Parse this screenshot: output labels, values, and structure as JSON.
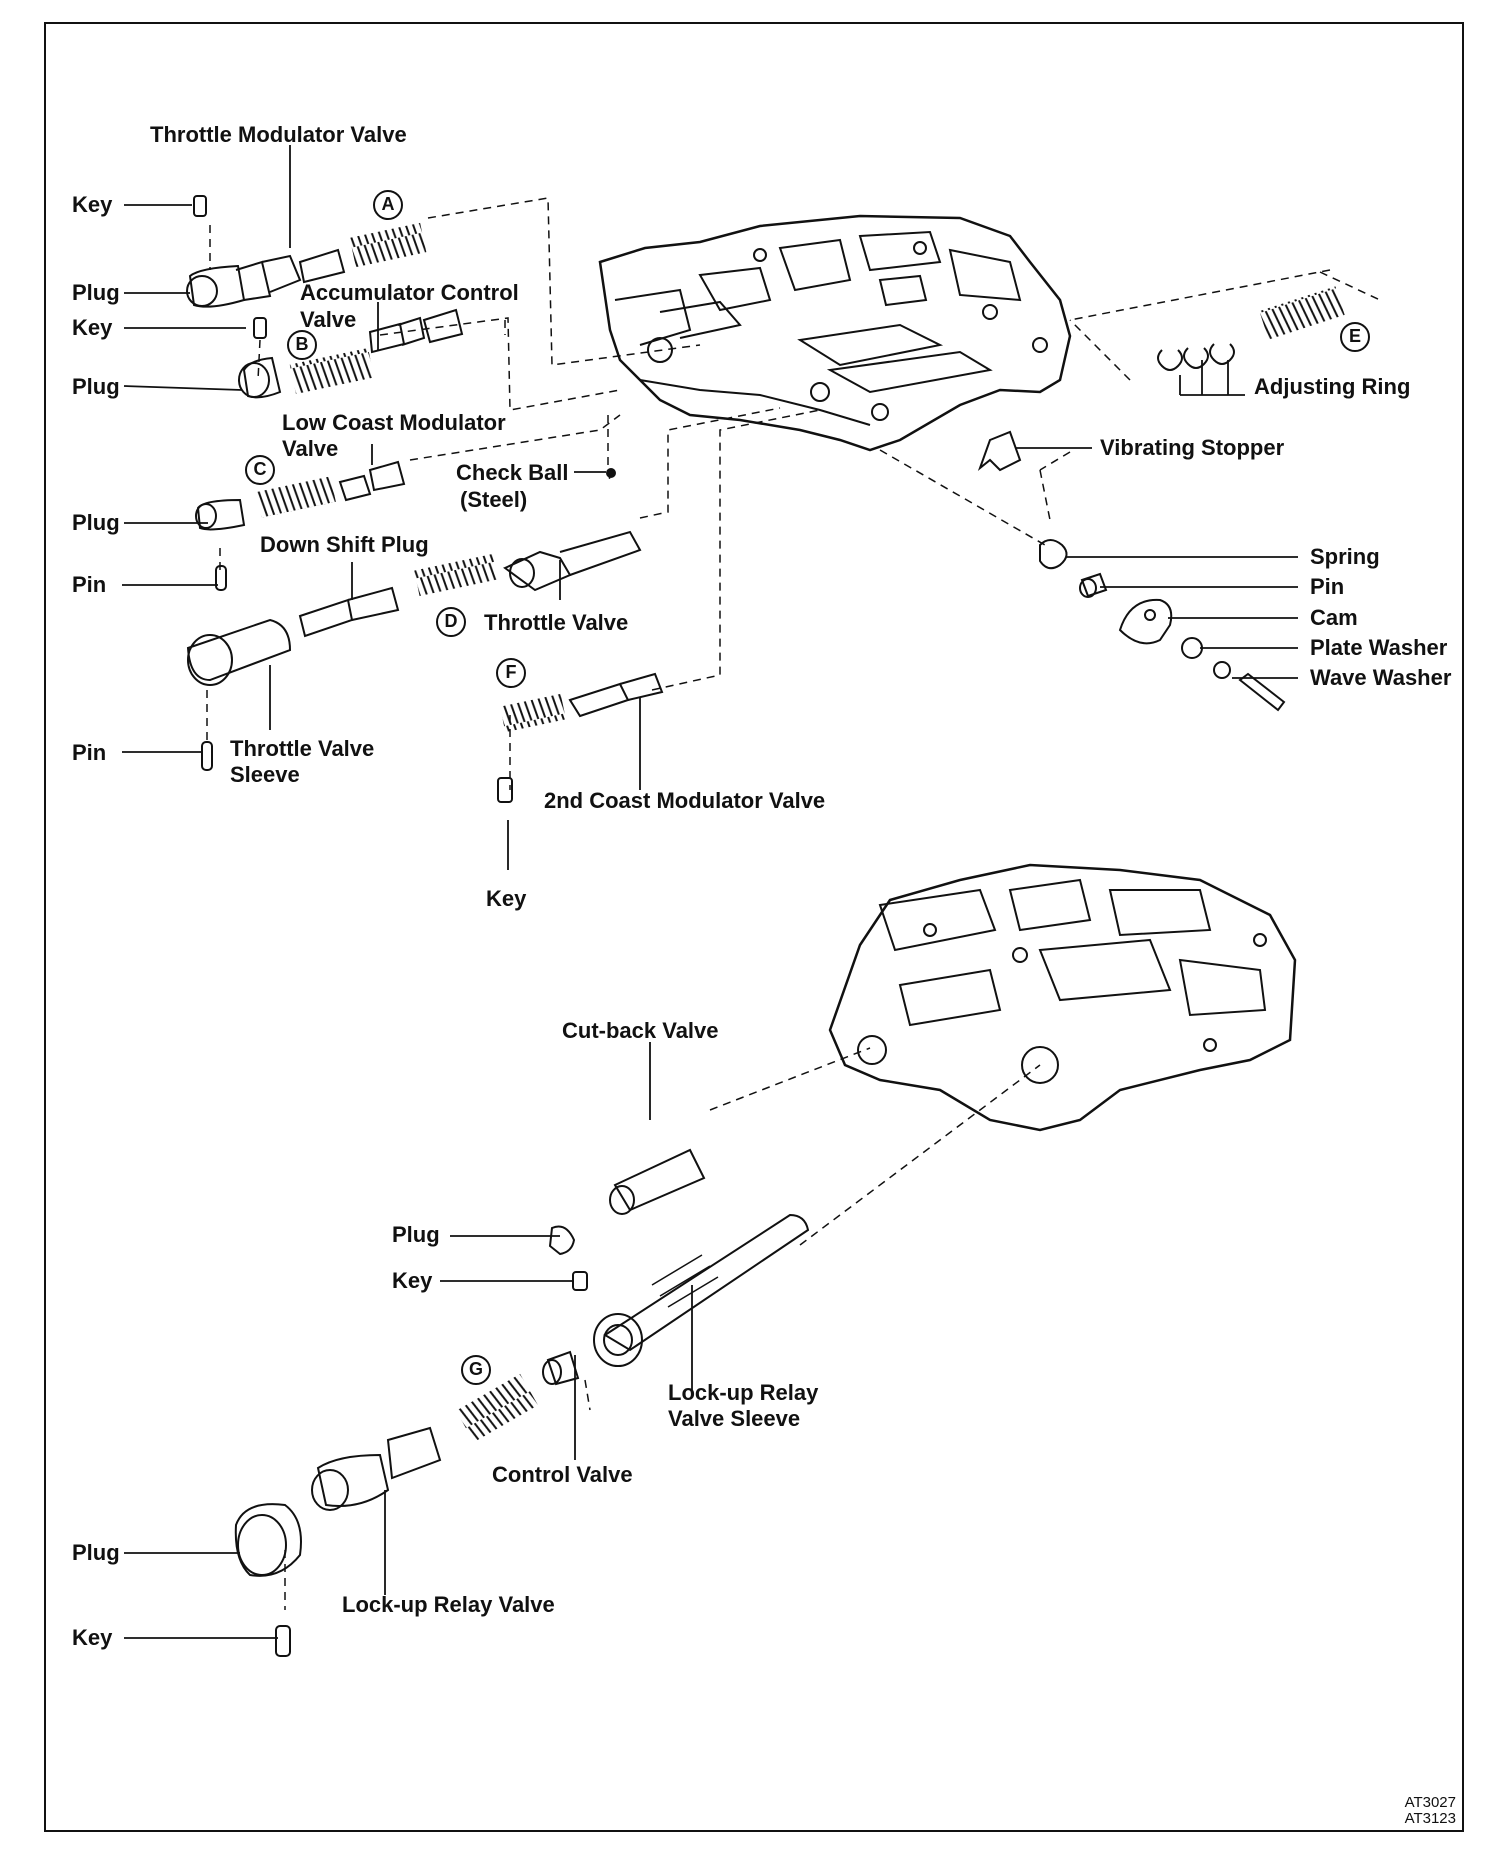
{
  "labels": {
    "throttle_modulator_valve": "Throttle Modulator Valve",
    "key_1": "Key",
    "plug_1": "Plug",
    "accumulator_control_valve_line1": "Accumulator Control",
    "accumulator_control_valve_line2": "Valve",
    "key_2": "Key",
    "plug_2": "Plug",
    "low_coast_modulator_valve_line1": "Low Coast Modulator",
    "low_coast_modulator_valve_line2": "Valve",
    "check_ball_line1": "Check Ball",
    "check_ball_line2": "(Steel)",
    "plug_3": "Plug",
    "down_shift_plug": "Down Shift Plug",
    "pin_1": "Pin",
    "throttle_valve": "Throttle Valve",
    "pin_2": "Pin",
    "throttle_valve_sleeve_line1": "Throttle Valve",
    "throttle_valve_sleeve_line2": "Sleeve",
    "second_coast_modulator_valve": "2nd Coast Modulator Valve",
    "key_3": "Key",
    "adjusting_ring": "Adjusting Ring",
    "vibrating_stopper": "Vibrating Stopper",
    "spring": "Spring",
    "pin_3": "Pin",
    "cam": "Cam",
    "plate_washer": "Plate Washer",
    "wave_washer": "Wave Washer",
    "cut_back_valve": "Cut-back Valve",
    "plug_4": "Plug",
    "key_4": "Key",
    "lockup_relay_valve_sleeve_line1": "Lock-up Relay",
    "lockup_relay_valve_sleeve_line2": "Valve Sleeve",
    "control_valve": "Control Valve",
    "plug_5": "Plug",
    "lockup_relay_valve": "Lock-up Relay Valve",
    "key_5": "Key"
  },
  "spring_markers": {
    "a": "A",
    "b": "B",
    "c": "C",
    "d": "D",
    "e": "E",
    "f": "F",
    "g": "G"
  },
  "figure_codes": {
    "line1": "AT3027",
    "line2": "AT3123"
  }
}
